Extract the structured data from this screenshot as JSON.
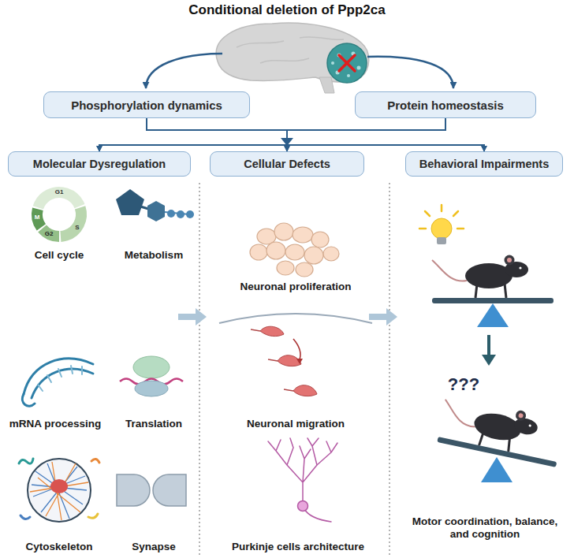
{
  "diagram": {
    "title": "Conditional deletion of Ppp2ca",
    "nodes": [
      {
        "text": [
          "Phosphorylation dynamics"
        ]
      },
      {
        "text": [
          "Protein homeostasis"
        ]
      },
      {
        "text": [
          "Molecular Dysregulation"
        ]
      },
      {
        "text": [
          "Cellular Defects"
        ]
      },
      {
        "text": [
          "Behavioral Impairments"
        ]
      }
    ],
    "edges": [
      {
        "from": 0,
        "to": 2,
        "arrow": "to"
      },
      {
        "from": 0,
        "to": 3,
        "arrow": "to"
      },
      {
        "from": 0,
        "to": 4,
        "arrow": "to"
      },
      {
        "from": 1,
        "to": 2,
        "arrow": "to"
      },
      {
        "from": 1,
        "to": 3,
        "arrow": "to"
      },
      {
        "from": 1,
        "to": 4,
        "arrow": "to"
      }
    ],
    "labels": [
      "G1",
      "S",
      "G2",
      "M",
      "Cell cycle",
      "Metabolism",
      "mRNA processing",
      "Translation",
      "Cytoskeleton",
      "Synapse",
      "Neuronal proliferation",
      "Neuronal migration",
      "Purkinje cells architecture",
      "???",
      "Motor coordination, balance, and cognition"
    ]
  }
}
